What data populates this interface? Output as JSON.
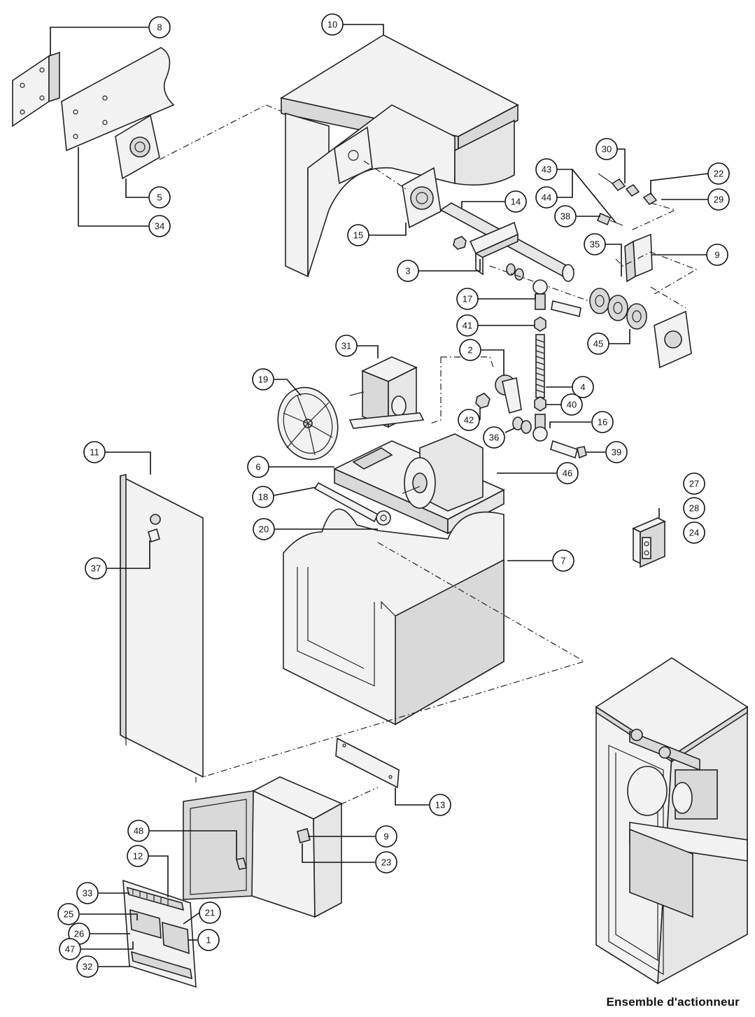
{
  "caption": "Ensemble d'actionneur",
  "callouts": [
    "1",
    "2",
    "3",
    "4",
    "5",
    "6",
    "7",
    "8",
    "9",
    "10",
    "11",
    "12",
    "13",
    "14",
    "15",
    "16",
    "17",
    "18",
    "19",
    "20",
    "21",
    "22",
    "23",
    "24",
    "25",
    "26",
    "27",
    "28",
    "29",
    "30",
    "31",
    "32",
    "33",
    "34",
    "35",
    "36",
    "37",
    "38",
    "39",
    "40",
    "41",
    "42",
    "43",
    "44",
    "45",
    "46",
    "47",
    "48",
    "9"
  ],
  "colors": {
    "line": "#222222",
    "fill": "#f2f2f2",
    "shade": "#d9d9d9"
  }
}
